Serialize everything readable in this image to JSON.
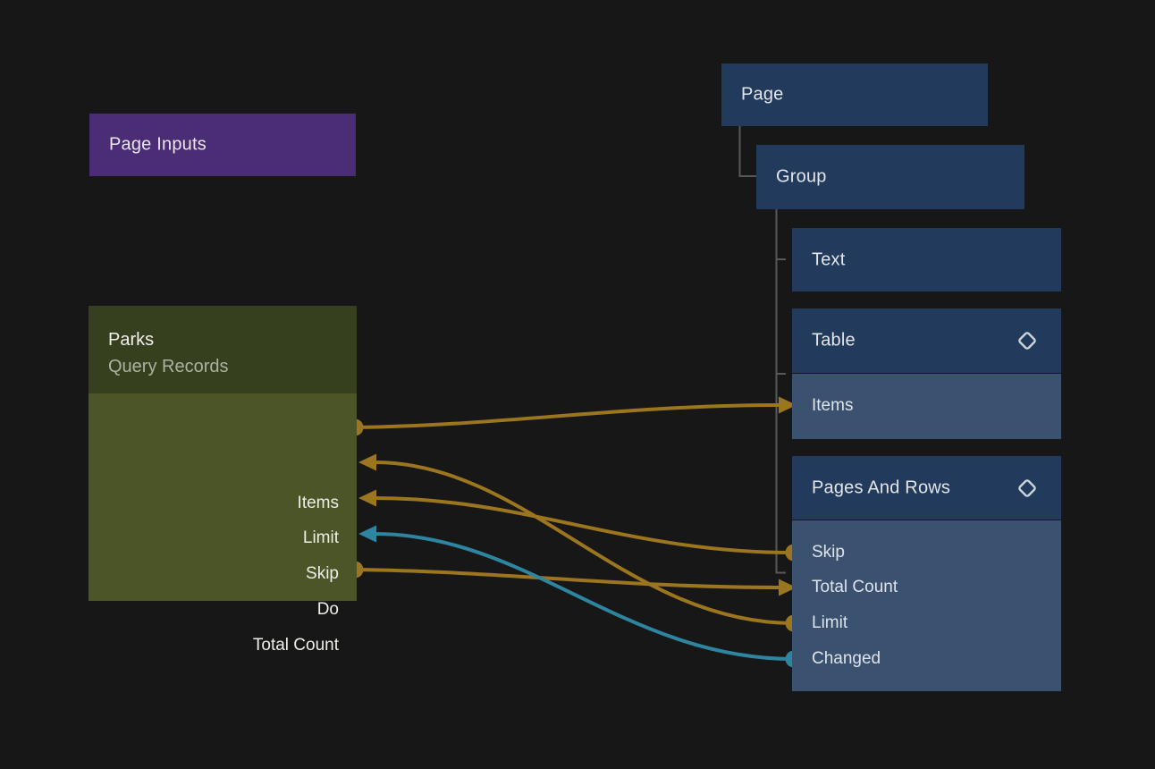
{
  "canvas": {
    "background": "#171717"
  },
  "colors": {
    "edge_orange": "#9c751f",
    "edge_teal": "#2e85a0",
    "tree_line": "#585858",
    "header_navy": "#223a5b",
    "row_blue": "#3b5170",
    "parks_header_olive": "#36401e",
    "parks_body_olive": "#4b5528",
    "page_inputs_purple": "#4a2d75"
  },
  "page_inputs_node": {
    "title": "Page Inputs"
  },
  "parks_node": {
    "title": "Parks",
    "subtitle": "Query Records",
    "ports": [
      {
        "label": "Items",
        "direction": "output"
      },
      {
        "label": "Limit",
        "direction": "input"
      },
      {
        "label": "Skip",
        "direction": "input"
      },
      {
        "label": "Do",
        "direction": "input"
      },
      {
        "label": "Total Count",
        "direction": "output"
      }
    ]
  },
  "tree": {
    "page": {
      "label": "Page"
    },
    "group": {
      "label": "Group"
    },
    "text": {
      "label": "Text"
    },
    "table": {
      "label": "Table",
      "icon": "diamond-icon",
      "rows": [
        {
          "label": "Items",
          "direction": "input"
        }
      ]
    },
    "pages_and_rows": {
      "label": "Pages And Rows",
      "icon": "diamond-icon",
      "rows": [
        {
          "label": "Skip",
          "direction": "output"
        },
        {
          "label": "Total Count",
          "direction": "input"
        },
        {
          "label": "Limit",
          "direction": "output"
        },
        {
          "label": "Changed",
          "direction": "output"
        }
      ]
    }
  },
  "connections": [
    {
      "from": "Parks.Items",
      "to": "Table.Items",
      "color": "#9c751f"
    },
    {
      "from": "Pages And Rows.Skip",
      "to": "Parks.Skip",
      "color": "#9c751f"
    },
    {
      "from": "Pages And Rows.Limit",
      "to": "Parks.Limit",
      "color": "#9c751f"
    },
    {
      "from": "Pages And Rows.Changed",
      "to": "Parks.Do",
      "color": "#2e85a0"
    },
    {
      "from": "Parks.Total Count",
      "to": "Pages And Rows.Total Count",
      "color": "#9c751f"
    }
  ]
}
